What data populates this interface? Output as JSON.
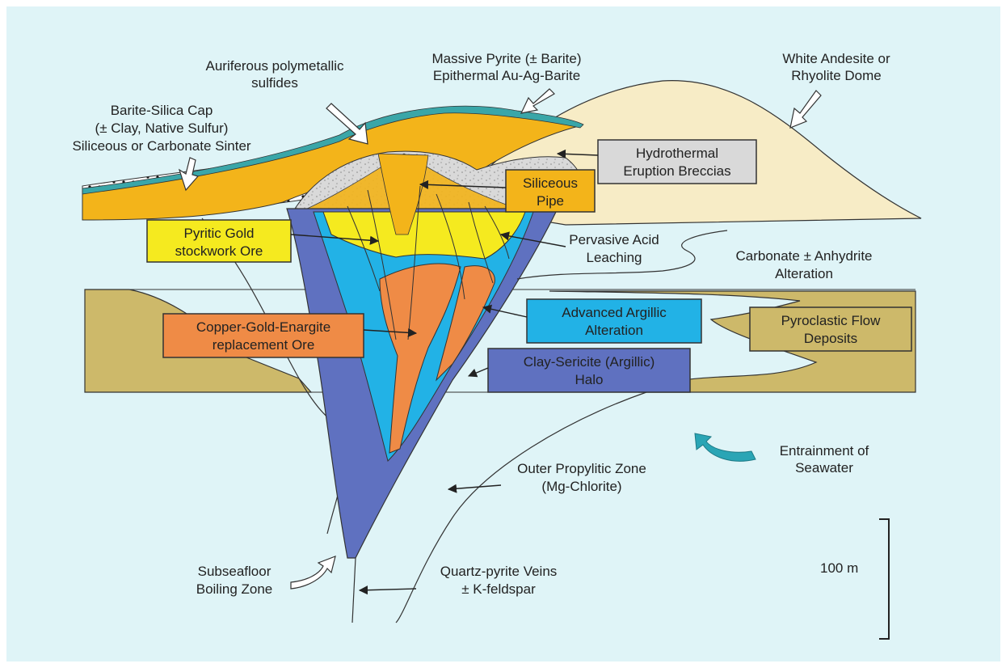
{
  "colors": {
    "background": "#dff4f7",
    "gold": "#f3b41a",
    "yellow": "#f5ea1f",
    "blue_advanced": "#22b2e6",
    "clay_sericite": "#5f71c0",
    "orange_ore": "#ef8b46",
    "breccia": "#dcdcdc",
    "dome": "#f7ecc6",
    "pyroclastic": "#cdb96a",
    "cap_teal": "#3aa6a8",
    "sinter": "#ffffff"
  },
  "labels": {
    "auriferous": [
      "Auriferous polymetallic",
      "sulfides"
    ],
    "massive_pyrite": [
      "Massive Pyrite (± Barite)",
      "Epithermal Au-Ag-Barite"
    ],
    "white_andesite": [
      "White Andesite or",
      "Rhyolite Dome"
    ],
    "barite_cap": [
      "Barite-Silica Cap",
      "(± Clay, Native Sulfur)",
      "Siliceous or Carbonate Sinter"
    ],
    "hydrothermal": [
      "Hydrothermal",
      "Eruption Breccias"
    ],
    "siliceous_pipe": [
      "Siliceous",
      "Pipe"
    ],
    "pyritic_gold": [
      "Pyritic Gold",
      "stockwork Ore"
    ],
    "pervasive_acid": [
      "Pervasive Acid",
      "Leaching"
    ],
    "carbonate": [
      "Carbonate ± Anhydrite",
      "Alteration"
    ],
    "advanced_argillic": [
      "Advanced Argillic",
      "Alteration"
    ],
    "pyroclastic": [
      "Pyroclastic Flow",
      "Deposits"
    ],
    "copper_gold": [
      "Copper-Gold-Enargite",
      "replacement Ore"
    ],
    "clay_sericite": [
      "Clay-Sericite (Argillic)",
      "Halo"
    ],
    "entrainment": [
      "Entrainment of",
      "Seawater"
    ],
    "outer_propylitic": [
      "Outer Propylitic Zone",
      "(Mg-Chlorite)"
    ],
    "scale_bar": "100 m",
    "subseafloor": [
      "Subseafloor",
      "Boiling Zone"
    ],
    "quartz_pyrite": [
      "Quartz-pyrite Veins",
      "± K-feldspar"
    ]
  }
}
